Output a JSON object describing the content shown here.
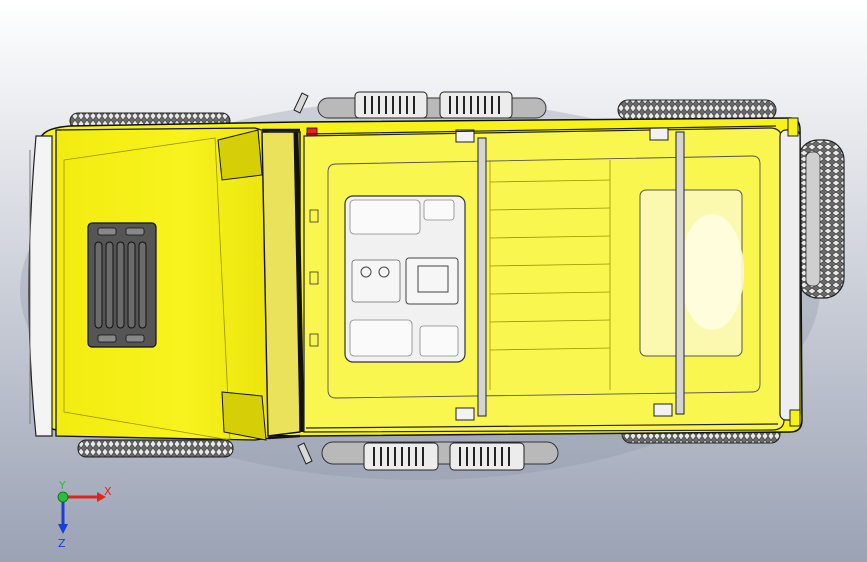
{
  "viewport": {
    "background_top": "#ffffff",
    "background_bottom": "#9aa2b4"
  },
  "model": {
    "body_color": "#f7f21a",
    "body_shadow_color": "#d6cf08",
    "roof_color": "#f9f650",
    "window_color": "#f1f1f1",
    "outline_color": "#111111",
    "tire_color": "#5c5c5c",
    "chrome_color": "#c8c8c8"
  },
  "triad": {
    "x_label": "X",
    "y_label": "Y",
    "z_label": "Z",
    "x_color": "#e0251f",
    "y_color": "#2cbd3a",
    "z_color": "#1a3fd6"
  }
}
